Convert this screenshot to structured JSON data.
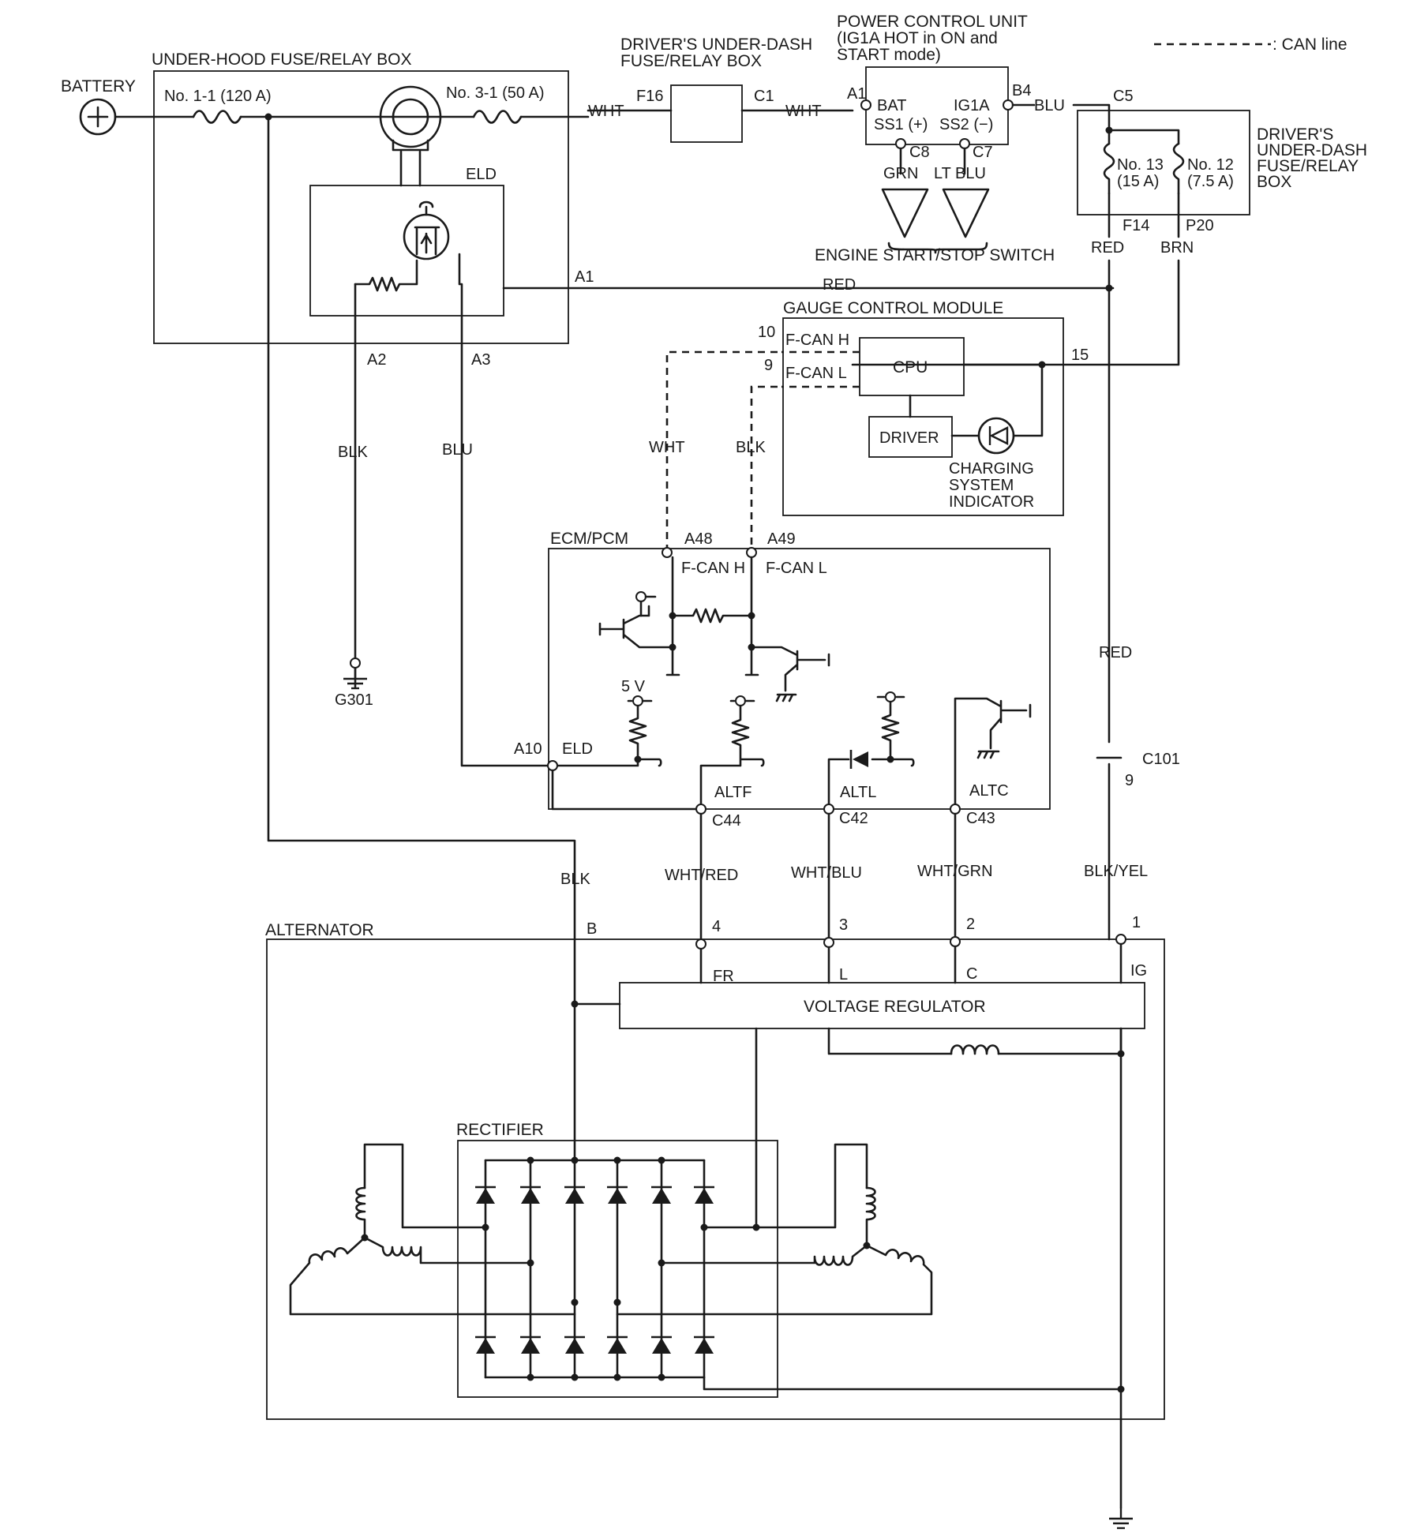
{
  "legend": {
    "can_line": ": CAN line"
  },
  "battery": {
    "label": "BATTERY"
  },
  "underhood_box": {
    "label": "UNDER-HOOD FUSE/RELAY BOX",
    "fuse1": "No. 1-1 (120 A)",
    "fuse2": "No. 3-1 (50 A)",
    "eld": "ELD",
    "pin_a1": "A1",
    "pin_a2": "A2",
    "pin_a3": "A3"
  },
  "dash_box_top": {
    "label_line1": "DRIVER'S UNDER-DASH",
    "label_line2": "FUSE/RELAY BOX",
    "pin_in": "F16",
    "pin_out": "C1"
  },
  "pcu": {
    "label_line1": "POWER CONTROL UNIT",
    "label_line2": "(IG1A HOT in ON and",
    "label_line3": "START mode)",
    "pin_a1": "A1",
    "pin_b4": "B4",
    "bat": "BAT",
    "ig1a": "IG1A",
    "ss1": "SS1 (+)",
    "ss2": "SS2 (−)",
    "pin_c8": "C8",
    "pin_c7": "C7"
  },
  "start_switch": {
    "label": "ENGINE START/STOP SWITCH"
  },
  "dash_box_right": {
    "label_line1": "DRIVER'S",
    "label_line2": "UNDER-DASH",
    "label_line3": "FUSE/RELAY",
    "label_line4": "BOX",
    "pin_c5": "C5",
    "fuse13_a": "No. 13",
    "fuse13_b": "(15 A)",
    "fuse12_a": "No. 12",
    "fuse12_b": "(7.5 A)",
    "pin_f14": "F14",
    "pin_p20": "P20"
  },
  "gauge_module": {
    "label": "GAUGE CONTROL MODULE",
    "pin10": "10",
    "pin9": "9",
    "pin15": "15",
    "fcan_h": "F-CAN H",
    "fcan_l": "F-CAN L",
    "cpu": "CPU",
    "driver": "DRIVER",
    "indicator_l1": "CHARGING",
    "indicator_l2": "SYSTEM",
    "indicator_l3": "INDICATOR"
  },
  "ecm": {
    "label": "ECM/PCM",
    "pin_a48": "A48",
    "pin_a49": "A49",
    "fcan_h": "F-CAN H",
    "fcan_l": "F-CAN L",
    "v5": "5 V",
    "pin_a10": "A10",
    "eld": "ELD",
    "altf": "ALTF",
    "altl": "ALTL",
    "altc": "ALTC",
    "pin_c44": "C44",
    "pin_c42": "C42",
    "pin_c43": "C43"
  },
  "ground": {
    "g301": "G301"
  },
  "connector": {
    "c101": "C101",
    "c101_pin": "9"
  },
  "wires": {
    "wht1": "WHT",
    "wht2": "WHT",
    "blu": "BLU",
    "red_top": "RED",
    "brn": "BRN",
    "red_a1": "RED",
    "blk_a2": "BLK",
    "blu_a3": "BLU",
    "wht_can": "WHT",
    "blk_can": "BLK",
    "grn": "GRN",
    "ltblu": "LT BLU",
    "red_mid": "RED",
    "blk_b": "BLK",
    "wht_red": "WHT/RED",
    "wht_blu": "WHT/BLU",
    "wht_grn": "WHT/GRN",
    "blk_yel": "BLK/YEL"
  },
  "alternator": {
    "label": "ALTERNATOR",
    "pin_b": "B",
    "pin4": "4",
    "pin3": "3",
    "pin2": "2",
    "pin1": "1",
    "fr": "FR",
    "l": "L",
    "c": "C",
    "ig": "IG",
    "regulator": "VOLTAGE REGULATOR",
    "rectifier": "RECTIFIER"
  }
}
